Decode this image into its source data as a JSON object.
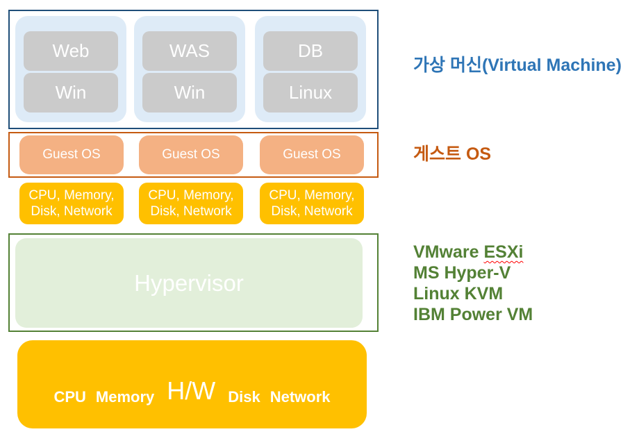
{
  "vm_section": {
    "side_label": "가상 머신(Virtual Machine)",
    "columns": [
      {
        "service": "Web",
        "os": "Win"
      },
      {
        "service": "WAS",
        "os": "Win"
      },
      {
        "service": "DB",
        "os": "Linux"
      }
    ]
  },
  "guest_section": {
    "side_label": "게스트 OS",
    "boxes": [
      {
        "label": "Guest OS"
      },
      {
        "label": "Guest OS"
      },
      {
        "label": "Guest OS"
      }
    ]
  },
  "virtual_resources": {
    "boxes": [
      {
        "line1": "CPU, Memory,",
        "line2": "Disk, Network"
      },
      {
        "line1": "CPU, Memory,",
        "line2": "Disk, Network"
      },
      {
        "line1": "CPU, Memory,",
        "line2": "Disk, Network"
      }
    ]
  },
  "hypervisor_section": {
    "box_label": "Hypervisor",
    "side_labels": {
      "line1_prefix": "VMware",
      "line1_underlined": "ESXi",
      "line2": "MS Hyper-V",
      "line3": "Linux KVM",
      "line4": "IBM Power VM"
    }
  },
  "hardware_section": {
    "words": {
      "w1": "CPU",
      "w2": "Memory",
      "center": "H/W",
      "w3": "Disk",
      "w4": "Network"
    }
  },
  "colors": {
    "vm_frame": "#1F4E79",
    "vm_fill": "#DEEBF7",
    "vm_inner_fill": "#CBCBCB",
    "vm_label_text": "#2E75B6",
    "guest_frame": "#C55A11",
    "guest_fill": "#F4B183",
    "guest_label_text": "#C55A11",
    "resource_fill": "#FFC000",
    "hypervisor_frame": "#538135",
    "hypervisor_fill": "#E2EFDA",
    "hypervisor_label_text": "#538135",
    "hardware_fill": "#FFC000",
    "box_text": "#FFFFFF",
    "spellcheck_underline": "#FF0000"
  }
}
